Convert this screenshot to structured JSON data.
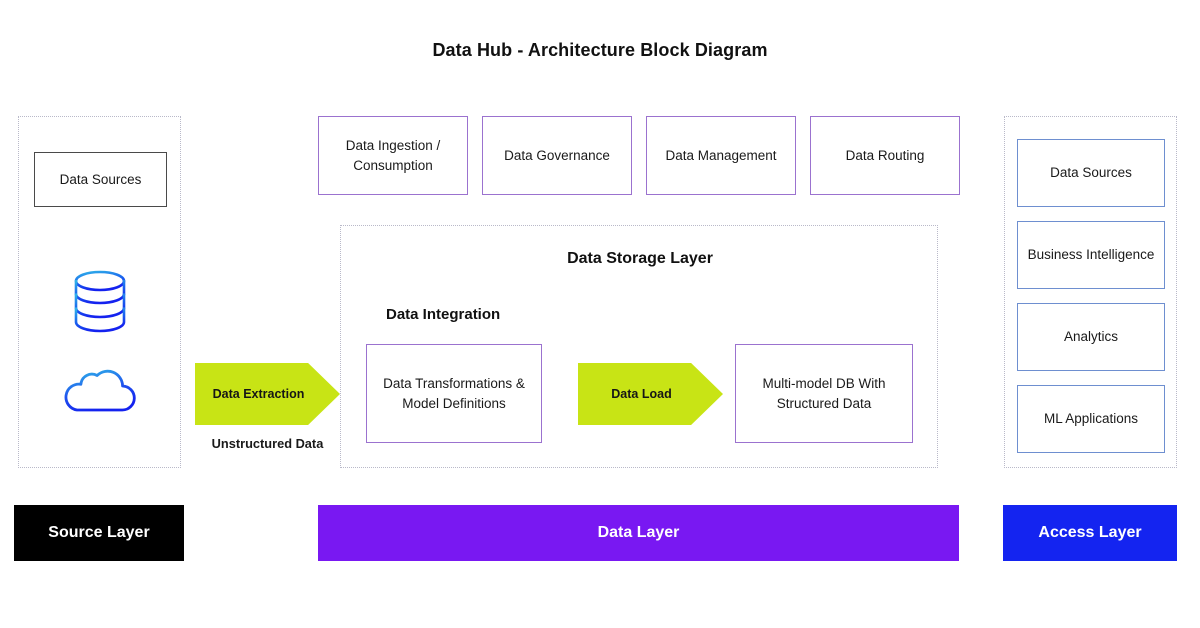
{
  "title": "Data Hub - Architecture Block Diagram",
  "colors": {
    "purple_border": "#9b72cf",
    "blue_border": "#6e8fd0",
    "green_arrow": "#c8e415",
    "data_layer_purple": "#7918f2",
    "access_layer_blue": "#1424f0",
    "source_layer_black": "#000000",
    "dotted_border": "#b9b9c9",
    "icon_blue_light": "#29a8e0",
    "icon_blue_dark": "#1a2ef0"
  },
  "source_layer": {
    "box_label": "Data Sources",
    "icons": [
      {
        "name": "database-icon",
        "label": "database"
      },
      {
        "name": "cloud-icon",
        "label": "cloud"
      }
    ]
  },
  "capabilities": [
    {
      "label": "Data Ingestion / Consumption"
    },
    {
      "label": "Data Governance"
    },
    {
      "label": "Data Management"
    },
    {
      "label": "Data Routing"
    }
  ],
  "storage": {
    "title": "Data Storage Layer",
    "integration_title": "Data Integration",
    "transformations_label": "Data Transformations & Model Definitions",
    "multimodel_label": "Multi-model DB With Structured Data"
  },
  "arrows": {
    "extraction": "Data Extraction",
    "extraction_caption": "Unstructured Data",
    "load": "Data Load"
  },
  "access_layer": {
    "items": [
      {
        "label": "Data Sources"
      },
      {
        "label": "Business Intelligence"
      },
      {
        "label": "Analytics"
      },
      {
        "label": "ML Applications"
      }
    ]
  },
  "layer_bars": {
    "source": "Source Layer",
    "data": "Data Layer",
    "access": "Access Layer"
  }
}
